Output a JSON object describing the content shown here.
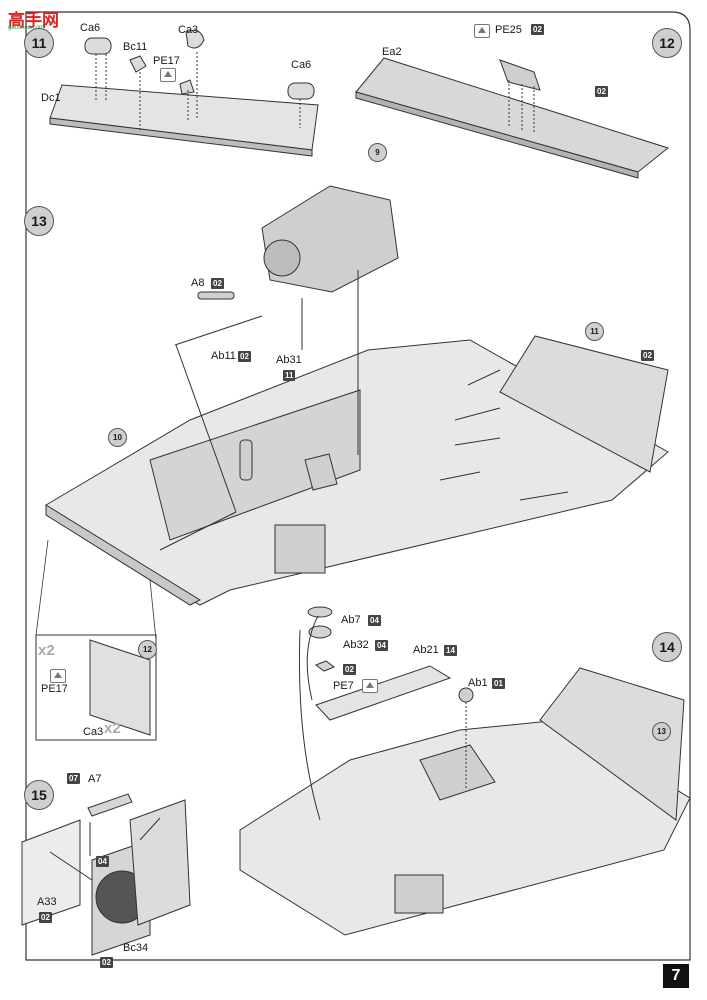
{
  "watermark": {
    "logo_text": "高手网",
    "url": "gaoshou.com"
  },
  "page_number": "7",
  "steps": {
    "s11": "11",
    "s12": "12",
    "s13": "13",
    "s14": "14",
    "s15": "15"
  },
  "refs": {
    "r9": "9",
    "r10": "10",
    "r11": "11",
    "r12": "12",
    "r13": "13"
  },
  "parts": {
    "dc1": "Dc1",
    "ca6a": "Ca6",
    "bc11": "Bc11",
    "ca3": "Ca3",
    "pe17": "PE17",
    "ca6b": "Ca6",
    "ea2": "Ea2",
    "pe25": "PE25",
    "a8": "A8",
    "ab11": "Ab11",
    "ab31": "Ab31",
    "pe17b": "PE17",
    "ca3b": "Ca3",
    "ab7": "Ab7",
    "ab32": "Ab32",
    "pe7": "PE7",
    "ab21": "Ab21",
    "ab1": "Ab1",
    "a7": "A7",
    "a33": "A33",
    "bc34": "Bc34"
  },
  "badges": {
    "pe25": "02",
    "ea2": "02",
    "a8": "02",
    "ab11": "02",
    "ab31": "11",
    "panel": "02",
    "ab7": "04",
    "ab32": "04",
    "pe7": "02",
    "ab21": "14",
    "ab1": "01",
    "a7": "07",
    "bc34top": "04",
    "a33": "02",
    "bc34": "02"
  },
  "quantities": {
    "q1": "x2",
    "q2": "x2"
  }
}
